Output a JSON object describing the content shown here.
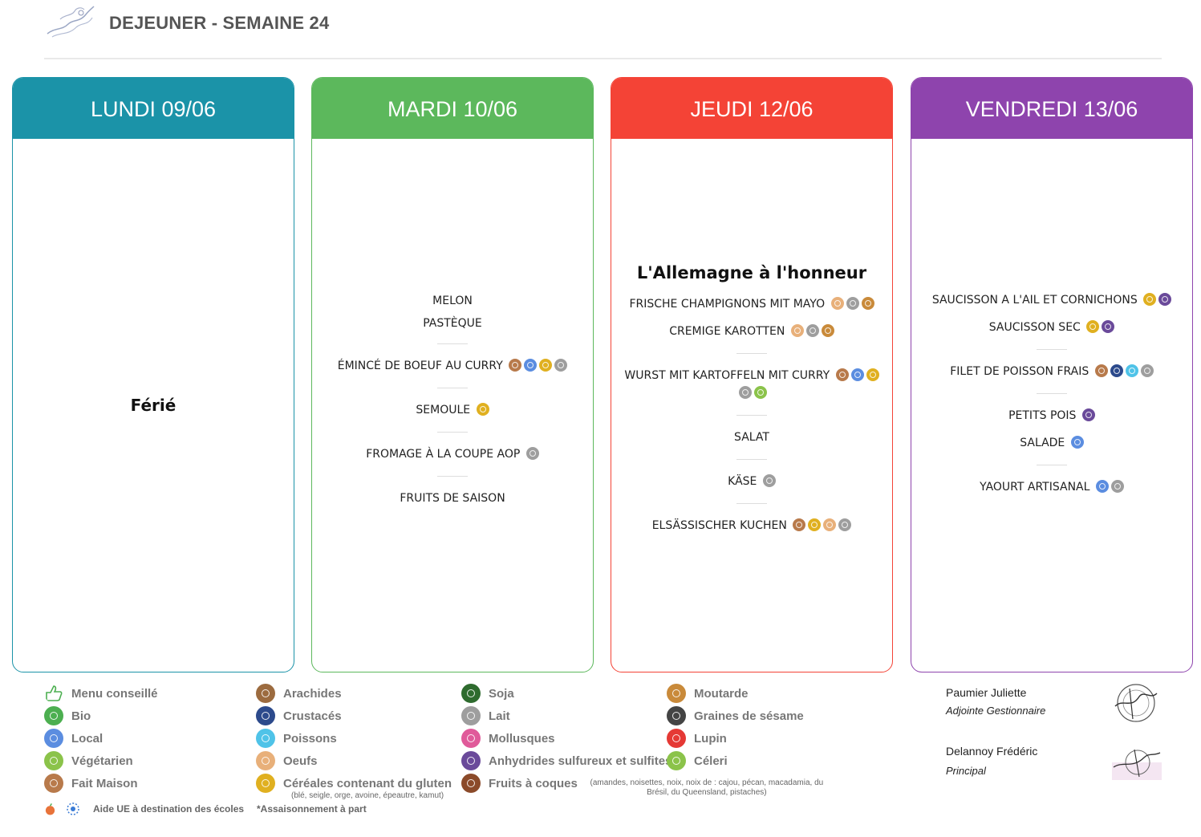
{
  "page": {
    "title": "DEJEUNER - SEMAINE 24"
  },
  "colors": {
    "lundi": "#1b93a8",
    "mardi": "#5cb85c",
    "jeudi": "#f44336",
    "vendredi": "#8e44ad"
  },
  "days": [
    {
      "label": "LUNDI 09/06",
      "ferie": "Férié"
    },
    {
      "label": "MARDI 10/06",
      "dishes": [
        "MELON",
        "PASTÈQUE",
        "ÉMINCÉ DE BOEUF AU CURRY",
        "SEMOULE",
        "FROMAGE À LA COUPE AOP",
        "FRUITS DE SAISON"
      ]
    },
    {
      "label": "JEUDI 12/06",
      "theme": "L'Allemagne à l'honneur",
      "dishes": [
        "FRISCHE CHAMPIGNONS MIT MAYO",
        "CREMIGE KAROTTEN",
        "WURST MIT KARTOFFELN MIT CURRY",
        "SALAT",
        "KÄSE",
        "ELSÄSSISCHER KUCHEN"
      ]
    },
    {
      "label": "VENDREDI 13/06",
      "dishes": [
        "SAUCISSON A L'AIL ET CORNICHONS",
        "SAUCISSON SEC",
        "FILET DE POISSON FRAIS",
        "PETITS POIS",
        "SALADE",
        "YAOURT ARTISANAL"
      ]
    }
  ],
  "legend": {
    "col1": [
      "Menu conseillé",
      "Bio",
      "Local",
      "Végétarien",
      "Fait Maison"
    ],
    "col2": [
      "Arachides",
      "Crustacés",
      "Poissons",
      "Oeufs",
      "Céréales contenant du gluten"
    ],
    "col2_note": "(blé, seigle, orge, avoine, épeautre, kamut)",
    "col3": [
      "Soja",
      "Lait",
      "Mollusques",
      "Anhydrides sulfureux et sulfites",
      "Fruits à coques"
    ],
    "col3_note": "(amandes, noisettes, noix, noix de : cajou, pécan, macadamia, du Brésil, du Queensland, pistaches)",
    "col4": [
      "Moutarde",
      "Graines de sésame",
      "Lupin",
      "Céleri"
    ]
  },
  "footer": {
    "aide": "Aide UE à destination des écoles",
    "assaisonnement": "*Assaisonnement à part"
  },
  "signatures": [
    {
      "name": "Paumier Juliette",
      "role": "Adjointe Gestionnaire"
    },
    {
      "name": "Delannoy Frédéric",
      "role": "Principal"
    }
  ],
  "icon_colors": {
    "menu-conseille": "#4caf50",
    "bio": "#4caf50",
    "local": "#5b8de0",
    "vegetarien": "#8bc34a",
    "fait-maison": "#b87a4b",
    "arachides": "#9c6b3f",
    "crustaces": "#2c4a8c",
    "poissons": "#4fc3e8",
    "oeufs": "#e8b07a",
    "gluten": "#e0b020",
    "soja": "#2e6b2e",
    "lait": "#9e9e9e",
    "mollusques": "#e05a9a",
    "sulfites": "#6a4a9a",
    "fruits-coques": "#8b4a2a",
    "moutarde": "#c98a3a",
    "sesame": "#444444",
    "lupin": "#e53935",
    "celeri": "#8bc34a"
  }
}
